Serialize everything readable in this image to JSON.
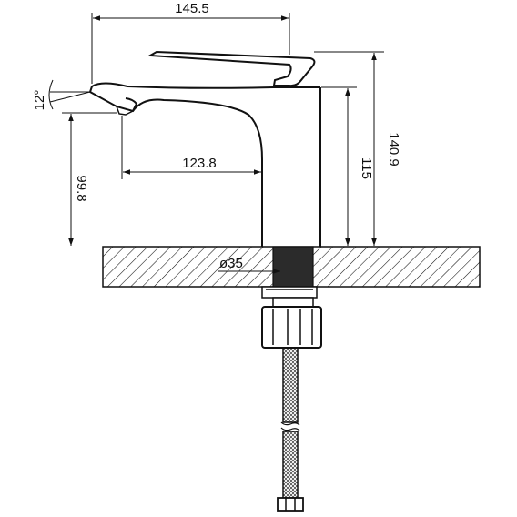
{
  "dimensions": {
    "overall_width": "145.5",
    "overall_height": "140.9",
    "body_height": "115",
    "spout_reach": "123.8",
    "spout_height": "99.8",
    "angle": "12°",
    "hole_diameter": "ø35"
  },
  "colors": {
    "line": "#111111",
    "background": "#ffffff",
    "shank_fill": "#2b2b2b"
  }
}
